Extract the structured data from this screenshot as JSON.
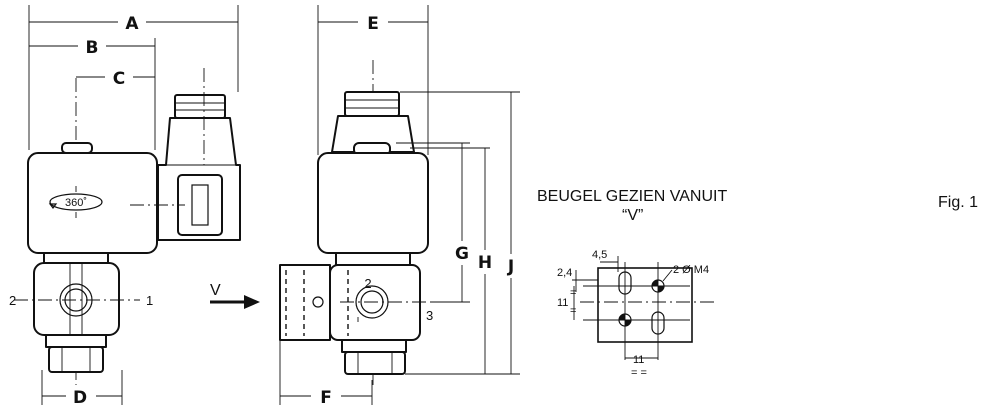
{
  "dimensions": {
    "A": "A",
    "B": "B",
    "C": "C",
    "D": "D",
    "E": "E",
    "F": "F",
    "G": "G",
    "H": "H",
    "J": "J"
  },
  "ports": {
    "p1": "1",
    "p2": "2",
    "p3": "3"
  },
  "rotation": "360˚",
  "view_arrow": "V",
  "bracket": {
    "title": "BEUGEL GEZIEN VANUIT",
    "subtitle": "“V”",
    "dim_4_5": "4,5",
    "dim_2_4": "2,4",
    "hole_spec": "2 Ø M4",
    "dim_11_v": "11",
    "dim_11_h": "11",
    "equal_marks": "= ="
  },
  "figure_label": "Fig. 1"
}
